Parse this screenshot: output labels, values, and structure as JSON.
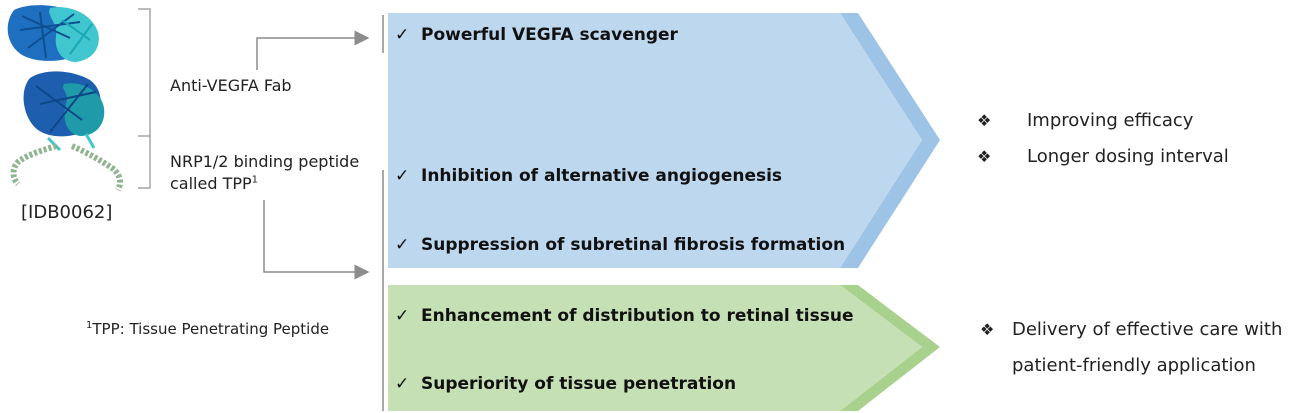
{
  "molecule": {
    "id_label": "[IDB0062]",
    "fab_label": "Anti-VEGFA Fab",
    "peptide_label_line1": "NRP1/2 binding peptide",
    "peptide_label_line2": "called TPP",
    "peptide_sup": "1",
    "footnote_sup": "1",
    "footnote_text": "TPP: Tissue Penetrating Peptide"
  },
  "blue_panel": {
    "color": "#bdd7ee",
    "accent": "#9dc3e6",
    "items": [
      "Powerful VEGFA scavenger",
      "Inhibition of alternative angiogenesis",
      "Suppression of subretinal fibrosis formation"
    ],
    "outcomes": [
      "Improving efficacy",
      "Longer dosing interval"
    ]
  },
  "green_panel": {
    "color": "#c5e0b4",
    "accent": "#a9d18e",
    "items": [
      "Enhancement of distribution to retinal tissue",
      "Superiority of tissue penetration"
    ],
    "outcomes_line1": "Delivery of effective care with",
    "outcomes_line2": "patient-friendly application"
  },
  "symbols": {
    "check": "✓",
    "bullet": "❖"
  },
  "icons": {
    "protein": "protein-structure-icon",
    "arrow": "arrow-right-icon"
  }
}
